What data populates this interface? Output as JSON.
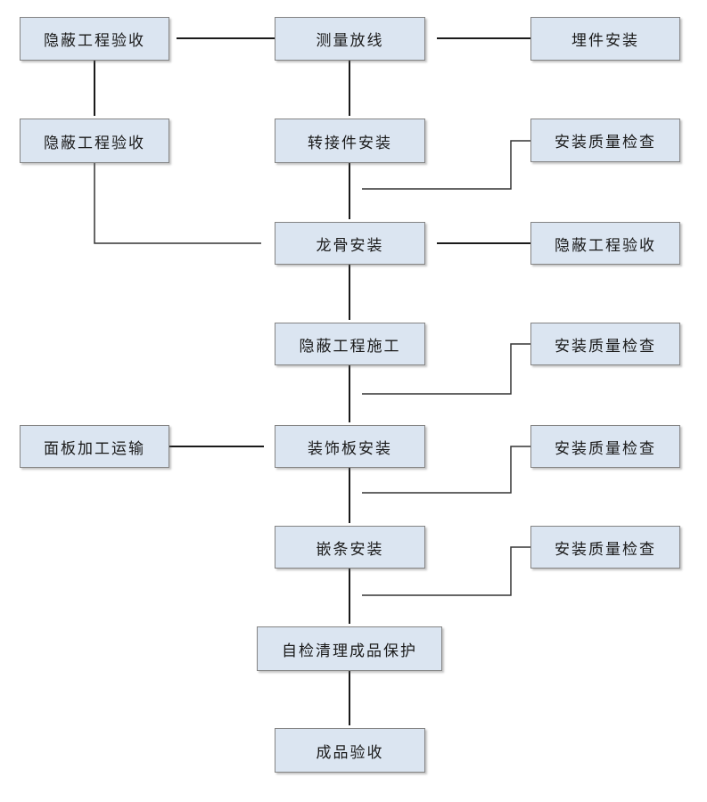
{
  "colors": {
    "box_fill": "#dbe5f1",
    "box_border": "#848484",
    "line_color": "#1a1a1a",
    "text_color": "#1a1a1a"
  },
  "nodes": [
    {
      "id": "hidden-acceptance-1",
      "label": "隐蔽工程验收"
    },
    {
      "id": "measure-layout",
      "label": "测量放线"
    },
    {
      "id": "embed-install",
      "label": "埋件安装"
    },
    {
      "id": "hidden-acceptance-2",
      "label": "隐蔽工程验收"
    },
    {
      "id": "adapter-install",
      "label": "转接件安装"
    },
    {
      "id": "quality-check-1",
      "label": "安装质量检查"
    },
    {
      "id": "keel-install",
      "label": "龙骨安装"
    },
    {
      "id": "hidden-acceptance-3",
      "label": "隐蔽工程验收"
    },
    {
      "id": "hidden-work-construction",
      "label": "隐蔽工程施工"
    },
    {
      "id": "quality-check-2",
      "label": "安装质量检查"
    },
    {
      "id": "panel-processing-transport",
      "label": "面板加工运输"
    },
    {
      "id": "decorative-panel-install",
      "label": "装饰板安装"
    },
    {
      "id": "quality-check-3",
      "label": "安装质量检查"
    },
    {
      "id": "inlay-strip-install",
      "label": "嵌条安装"
    },
    {
      "id": "quality-check-4",
      "label": "安装质量检查"
    },
    {
      "id": "self-check-cleanup-protection",
      "label": "自检清理成品保护"
    },
    {
      "id": "finished-product-acceptance",
      "label": "成品验收"
    }
  ]
}
